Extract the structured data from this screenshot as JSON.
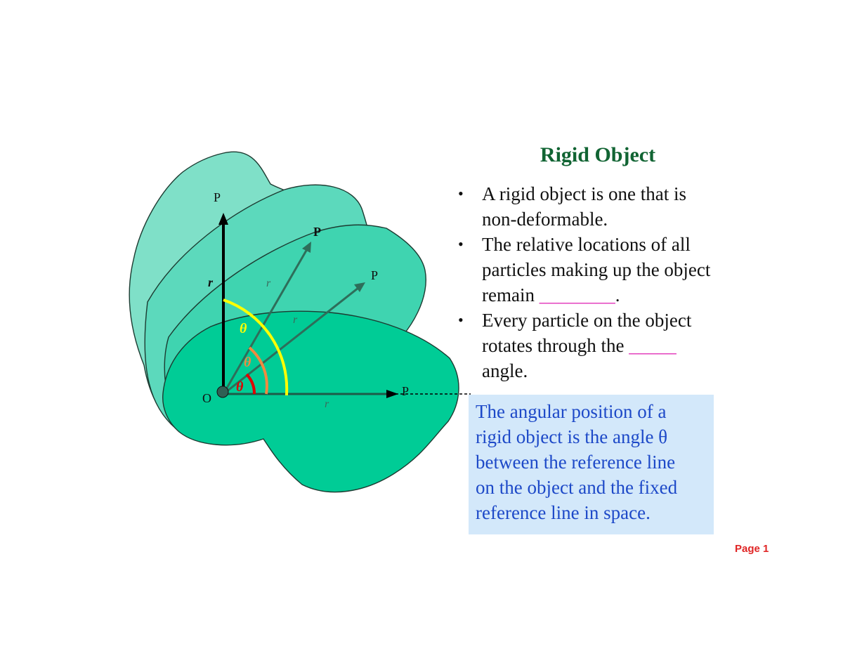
{
  "slide": {
    "title": "Rigid Object",
    "bullets": [
      {
        "text": "A rigid object is one that is non-deformable."
      },
      {
        "text": "The relative locations of all particles making up the object remain ",
        "blank": "________",
        "tail": "."
      },
      {
        "text": "Every particle on the object rotates through the ",
        "lead_blank": "_____",
        "tail": " angle."
      }
    ],
    "info_box": [
      "The angular position of a",
      "rigid object is the angle θ",
      "between the reference line",
      "on the object and the fixed",
      "reference line in space."
    ],
    "page_label": "Page 1"
  },
  "figure": {
    "origin_label": "O",
    "point_label": "P",
    "radius_label": "r",
    "angle_label": "θ",
    "colors": {
      "blob_light": "#7fe0c8",
      "blob_mid": "#3fd4b0",
      "blob_front": "#00cc96",
      "vector_dark": "#2e6e5a",
      "vertical_vector": "#000000",
      "arc_yellow": "#ffff00",
      "arc_orange": "#f08a40",
      "arc_red": "#e00000",
      "theta_yellow": "#ffff00",
      "theta_orange": "#f08a40",
      "theta_red": "#e00000"
    }
  }
}
